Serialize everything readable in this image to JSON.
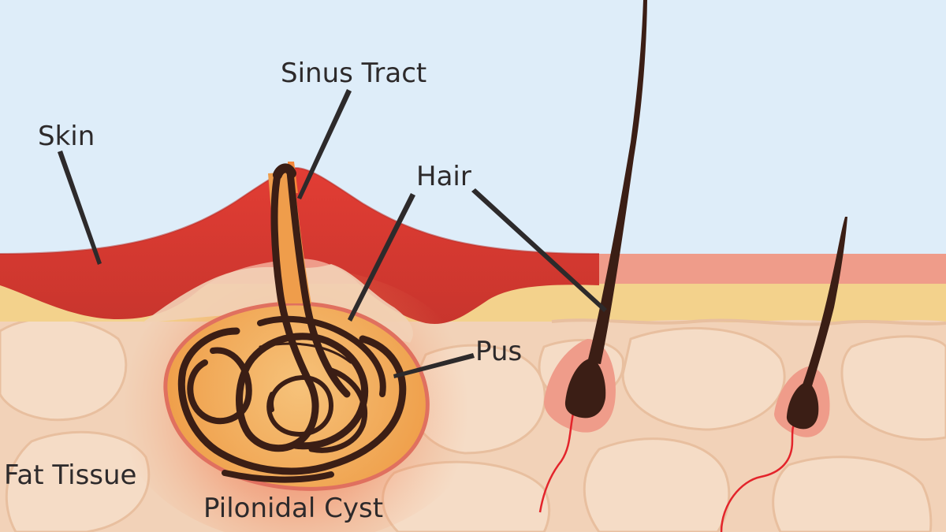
{
  "labels": {
    "sinus_tract": "Sinus Tract",
    "skin": "Skin",
    "hair": "Hair",
    "pus": "Pus",
    "fat_tissue": "Fat Tissue",
    "pilonidal_cyst": "Pilonidal Cyst"
  },
  "colors": {
    "sky": "#deedf9",
    "fat": "#f2d2b8",
    "fat_shadow": "#e6b996",
    "epidermis": "#ef9c8a",
    "dermis_yellow": "#f3d28c",
    "inflamed_skin": "#d63a34",
    "cyst_fill": "#f3b865",
    "hair": "#3b1e15",
    "vessel": "#e3242b"
  }
}
